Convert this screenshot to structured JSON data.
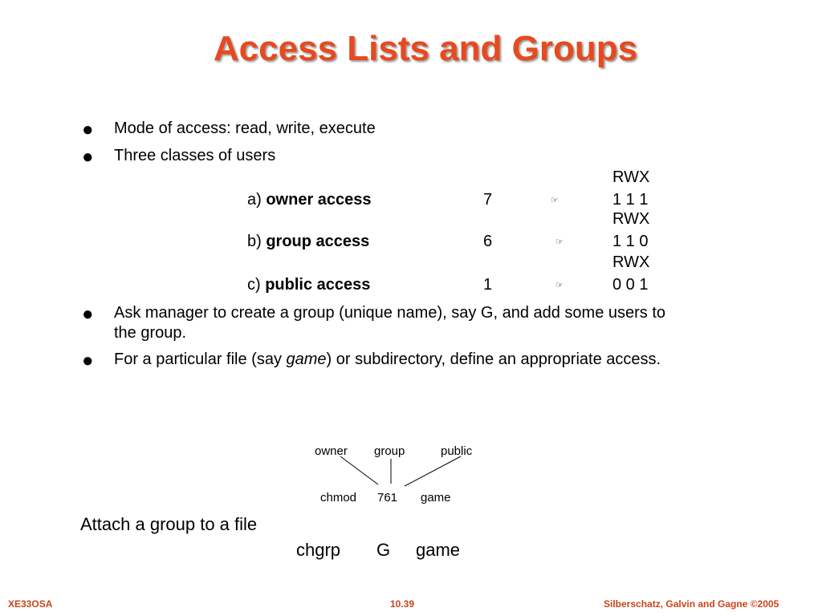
{
  "title": "Access Lists and Groups",
  "bullets": {
    "b1": "Mode of access:  read, write, execute",
    "b2": "Three classes of users",
    "b3": "Ask manager to create a group (unique name), say G, and add some users to the group.",
    "b4_pre": "For a particular file (say ",
    "b4_em": "game",
    "b4_post": ") or subdirectory, define an appropriate access."
  },
  "classes": [
    {
      "prefix": "a) ",
      "name": "owner access",
      "num": "7",
      "rwx": "RWX",
      "bits": "1 1 1"
    },
    {
      "prefix": "b) ",
      "name": "group access",
      "num": "6",
      "rwx": "RWX",
      "bits": "1 1 0"
    },
    {
      "prefix": "c) ",
      "name": "public access",
      "num": "1",
      "rwx": "RWX",
      "bits": "0 0 1"
    }
  ],
  "diagram": {
    "owner": "owner",
    "group": "group",
    "public": "public",
    "chmod": "chmod",
    "mode": "761",
    "file": "game"
  },
  "attach": {
    "heading": "Attach a group to a file",
    "cmd": "chgrp",
    "grp": "G",
    "file": "game"
  },
  "footer": {
    "left": "XE33OSA",
    "center": "10.39",
    "right": "Silberschatz, Galvin and Gagne ©2005"
  },
  "colors": {
    "title": "#e8491d",
    "footer": "#c8451c"
  },
  "icons": {
    "bullet": "bullet-dot-icon",
    "arrow": "pointing-hand-icon"
  }
}
